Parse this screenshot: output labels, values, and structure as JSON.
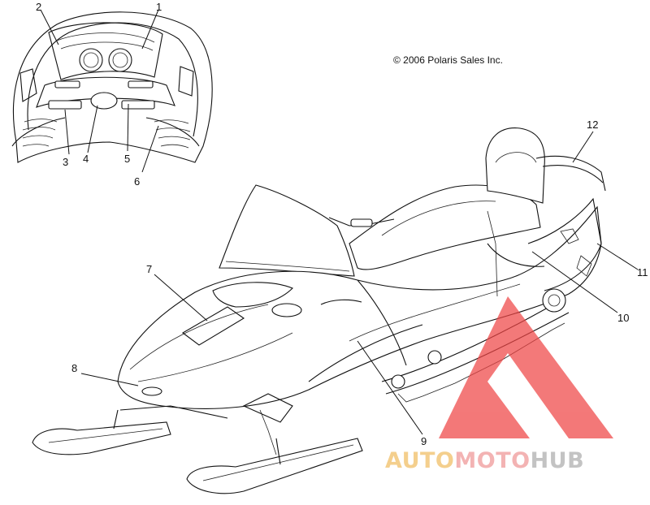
{
  "copyright": "© 2006 Polaris Sales Inc.",
  "callouts": [
    {
      "id": "1",
      "label": "1"
    },
    {
      "id": "2",
      "label": "2"
    },
    {
      "id": "3",
      "label": "3"
    },
    {
      "id": "4",
      "label": "4"
    },
    {
      "id": "5",
      "label": "5"
    },
    {
      "id": "6",
      "label": "6"
    },
    {
      "id": "7",
      "label": "7"
    },
    {
      "id": "8",
      "label": "8"
    },
    {
      "id": "9",
      "label": "9"
    },
    {
      "id": "10",
      "label": "10"
    },
    {
      "id": "11",
      "label": "11"
    },
    {
      "id": "12",
      "label": "12"
    }
  ],
  "watermark": {
    "part1": "AUTO",
    "part2": "MOTO",
    "part3": "HUB",
    "colors": {
      "part1": "#f3c77a",
      "part2": "#f2a6a6",
      "part3": "#b9b9b9",
      "triangle": "#ee4545"
    }
  }
}
